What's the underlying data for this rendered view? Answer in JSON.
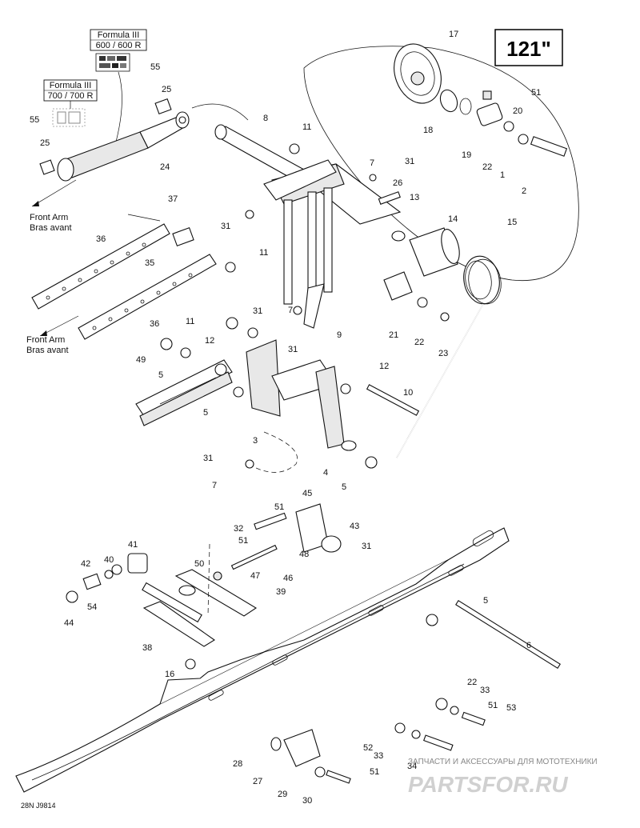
{
  "diagram_title": "121\"",
  "drawing_code": "28N J9814",
  "note_boxes": [
    {
      "line1": "Formula III",
      "line2": "600 / 600 R"
    },
    {
      "line1": "Formula III",
      "line2": "700 / 700 R"
    }
  ],
  "arrow_labels": [
    {
      "line1": "Front Arm",
      "line2": "Bras avant"
    },
    {
      "line1": "Front Arm",
      "line2": "Bras avant"
    }
  ],
  "callouts": [
    "17",
    "55",
    "25",
    "51",
    "20",
    "55",
    "8",
    "11",
    "18",
    "19",
    "22",
    "1",
    "25",
    "2",
    "24",
    "31",
    "7",
    "26",
    "13",
    "37",
    "14",
    "15",
    "31",
    "36",
    "35",
    "11",
    "31",
    "7",
    "21",
    "22",
    "9",
    "23",
    "36",
    "31",
    "11",
    "12",
    "49",
    "12",
    "10",
    "5",
    "5",
    "3",
    "4",
    "31",
    "5",
    "7",
    "45",
    "51",
    "32",
    "43",
    "51",
    "48",
    "31",
    "41",
    "40",
    "42",
    "50",
    "47",
    "46",
    "54",
    "39",
    "44",
    "5",
    "38",
    "6",
    "16",
    "22",
    "33",
    "51",
    "53",
    "28",
    "52",
    "33",
    "27",
    "51",
    "34",
    "29",
    "30"
  ],
  "watermark": {
    "line1": "ЗАПЧАСТИ И АКСЕССУАРЫ ДЛЯ МОТОТЕХНИКИ",
    "line2": "PARTSFOR.RU"
  }
}
